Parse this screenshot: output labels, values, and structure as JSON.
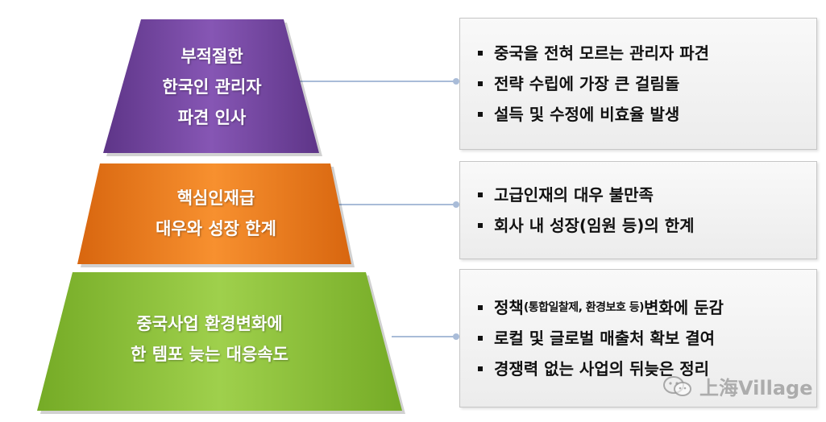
{
  "tiers": [
    {
      "lines": [
        "부적절한",
        "한국인 관리자",
        "파견 인사"
      ],
      "items": [
        "중국을 전혀 모르는 관리자 파견",
        "전략 수립에 가장 큰 걸림돌",
        "설득 및 수정에 비효율 발생"
      ]
    },
    {
      "lines": [
        "핵심인재급",
        "대우와 성장 한계"
      ],
      "items": [
        "고급인재의 대우 불만족",
        "회사 내 성장(임원 등)의 한계"
      ]
    },
    {
      "lines": [
        "중국사업 환경변화에",
        "한 템포 늦는 대응속도"
      ],
      "item1": {
        "prefix": "정책",
        "small": "(통합일찰제, 환경보호 등)",
        "suffix": " 변화에 둔감"
      },
      "items_rest": [
        "로컬 및 글로벌 매출처 확보 결여",
        "경쟁력 없는 사업의 뒤늦은 정리"
      ]
    }
  ],
  "colors": {
    "purple": "#7b4ba8",
    "orange": "#f07d1e",
    "green": "#8dc33c",
    "connector": "#a9bcd8"
  },
  "watermark": {
    "text": "上海Village",
    "icon": "wechat-icon"
  }
}
